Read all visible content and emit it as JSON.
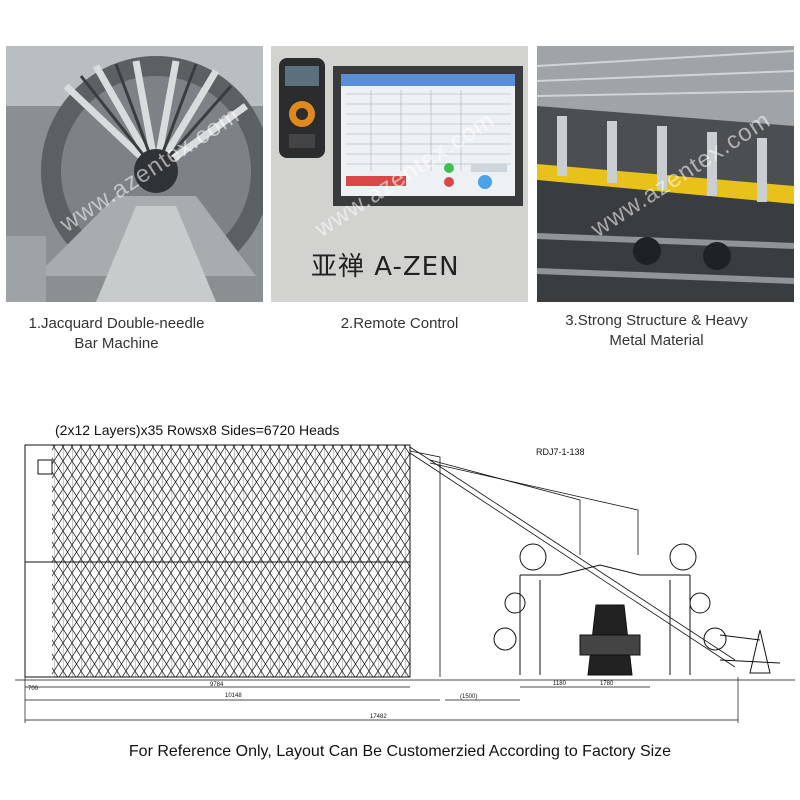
{
  "photos": [
    {
      "caption_line1": "1.Jacquard Double-needle",
      "caption_line2": "Bar Machine",
      "watermark": "www.azentex.com"
    },
    {
      "caption_line1": "2.Remote Control",
      "caption_line2": "",
      "watermark": "www.azentex.com",
      "brand_logo": "亚禅 A-ZEN"
    },
    {
      "caption_line1": "3.Strong Structure & Heavy",
      "caption_line2": "Metal Material",
      "watermark": "www.azentex.com"
    }
  ],
  "drawing": {
    "heads_label": "(2x12 Layers)x35 Rowsx8 Sides=6720 Heads",
    "model": "RDJ7-1-138",
    "dims": {
      "d1": "700",
      "d2": "9784",
      "d3": "10148",
      "d4": "(1500)",
      "d5": "1180",
      "d6": "1780",
      "d7": "17482"
    }
  },
  "footer": "For Reference Only, Layout Can Be Customerzied According to Factory Size",
  "colors": {
    "drawing_line": "#111111",
    "yellow_rail": "#e8c21a",
    "screen_blue": "#5a8fd8"
  }
}
